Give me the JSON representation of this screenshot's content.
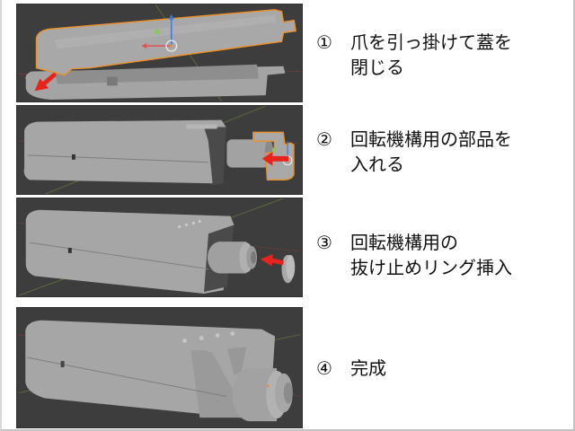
{
  "steps": [
    {
      "number": "①",
      "lines": [
        "爪を引っ掛けて蓋を",
        "閉じる"
      ],
      "image": "lid-closing-with-hook",
      "arrow_color": "#e8231b"
    },
    {
      "number": "②",
      "lines": [
        "回転機構用の部品を",
        "入れる"
      ],
      "image": "inserting-rotation-mechanism-part",
      "arrow_color": "#e8231b"
    },
    {
      "number": "③",
      "lines": [
        "回転機構用の",
        "抜け止めリング挿入"
      ],
      "image": "inserting-retaining-ring",
      "arrow_color": "#e8231b"
    },
    {
      "number": "④",
      "lines": [
        "完成"
      ],
      "image": "completed-assembly"
    }
  ],
  "colors": {
    "viewport_bg": "#3d3d3d",
    "model_gray": "#9e9e9e",
    "selection_outline": "#e8922e",
    "arrow_red": "#e8231b",
    "axis_x": "#b04848",
    "axis_y": "#6a8a3a"
  }
}
